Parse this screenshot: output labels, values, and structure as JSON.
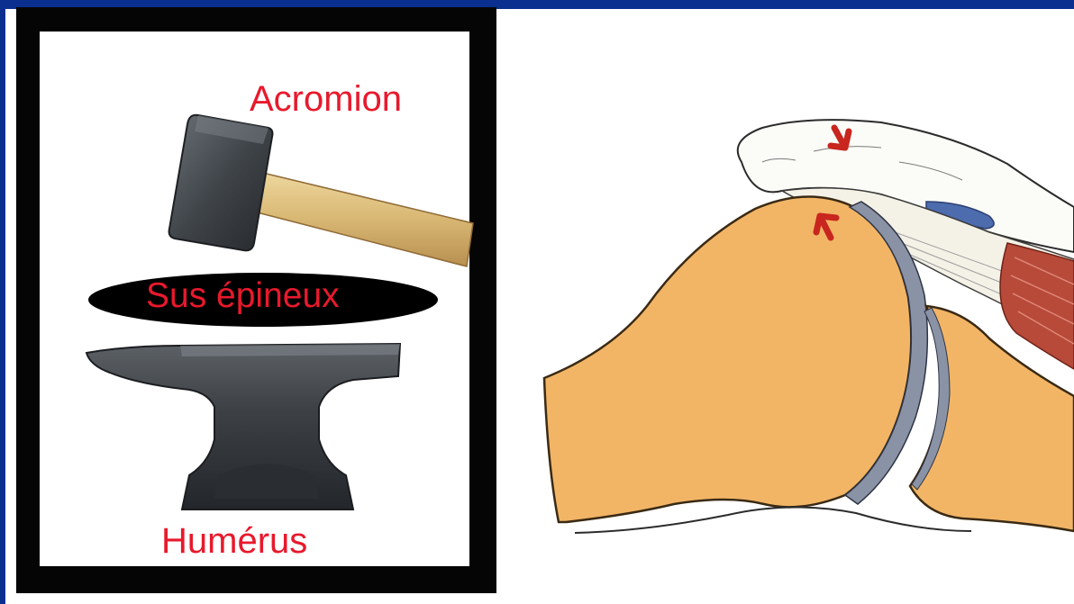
{
  "labels": {
    "acromion": "Acromion",
    "supraspinatus": "Sus épineux",
    "humerus": "Humérus"
  },
  "colors": {
    "slide_background": "#0a2f8f",
    "frame": "#050505",
    "label_red": "#e8192c",
    "bone": "#f2b566",
    "cartilage": "#8a93a6",
    "muscle": "#b84a3a",
    "bursa": "#4d6cae",
    "arrow_red": "#c8261e"
  },
  "icons": {
    "hammer": "hammer-icon",
    "anvil": "anvil-icon",
    "arrow_down": "red-arrow-down-icon",
    "arrow_up": "red-arrow-up-icon"
  }
}
